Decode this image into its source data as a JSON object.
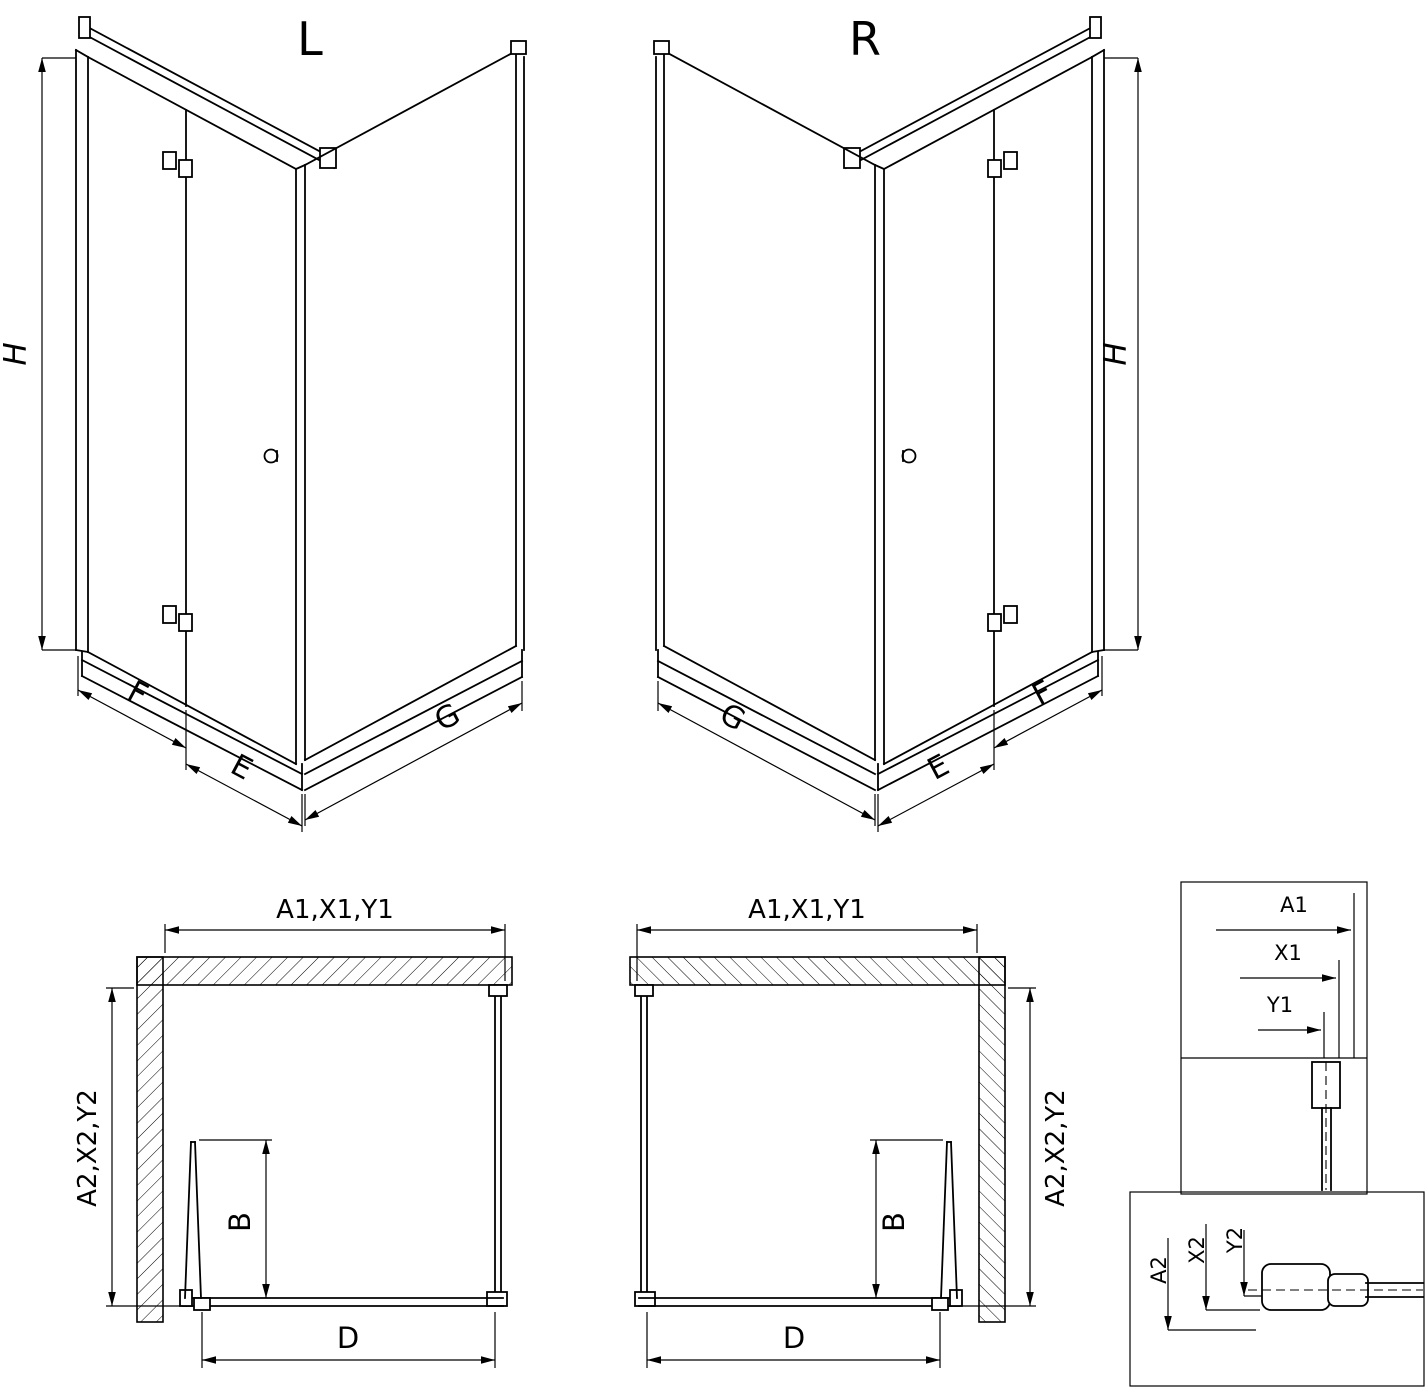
{
  "views": {
    "iso_left": {
      "title": "L",
      "height": "H",
      "segment_front": "F",
      "segment_door": "E",
      "segment_side": "G"
    },
    "iso_right": {
      "title": "R",
      "height": "H",
      "segment_front": "F",
      "segment_door": "E",
      "segment_side": "G"
    },
    "plan_left": {
      "width": "A1,X1,Y1",
      "depth": "A2,X2,Y2",
      "door_width": "B",
      "inner_width": "D"
    },
    "plan_right": {
      "width": "A1,X1,Y1",
      "depth": "A2,X2,Y2",
      "door_width": "B",
      "inner_width": "D"
    },
    "detail_horizontal": {
      "a1": "A1",
      "x1": "X1",
      "y1": "Y1"
    },
    "detail_vertical": {
      "a2": "A2",
      "x2": "X2",
      "y2": "Y2"
    }
  }
}
